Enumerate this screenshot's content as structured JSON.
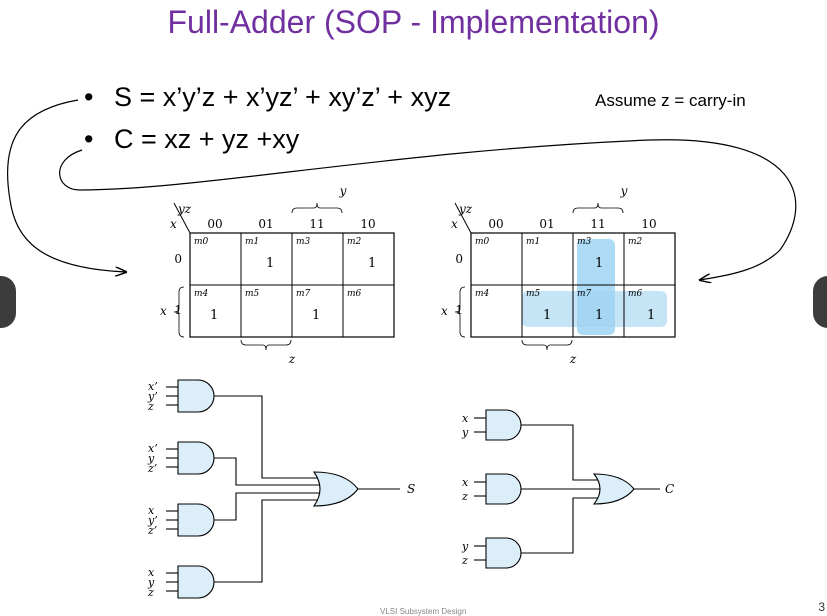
{
  "title": "Full-Adder (SOP - Implementation)",
  "bullets": [
    "S = x’y’z + x’yz’ + xy’z’ + xyz",
    "C = xz + yz +xy"
  ],
  "note": "Assume z = carry-in",
  "kmap_labels": {
    "corner_row": "x",
    "corner_col": "yz",
    "col_headers": [
      "00",
      "01",
      "11",
      "10"
    ],
    "row_headers": [
      "0",
      "1"
    ],
    "top_brace": "y",
    "bottom_brace": "z",
    "side_brace": "x"
  },
  "kmap_sum": {
    "cells": [
      {
        "minterm": "m0",
        "value": ""
      },
      {
        "minterm": "m1",
        "value": "1"
      },
      {
        "minterm": "m3",
        "value": ""
      },
      {
        "minterm": "m2",
        "value": "1"
      },
      {
        "minterm": "m4",
        "value": "1"
      },
      {
        "minterm": "m5",
        "value": ""
      },
      {
        "minterm": "m7",
        "value": "1"
      },
      {
        "minterm": "m6",
        "value": ""
      }
    ]
  },
  "kmap_carry": {
    "cells": [
      {
        "minterm": "m0",
        "value": ""
      },
      {
        "minterm": "m1",
        "value": ""
      },
      {
        "minterm": "m3",
        "value": "1"
      },
      {
        "minterm": "m2",
        "value": ""
      },
      {
        "minterm": "m4",
        "value": ""
      },
      {
        "minterm": "m5",
        "value": "1"
      },
      {
        "minterm": "m7",
        "value": "1"
      },
      {
        "minterm": "m6",
        "value": "1"
      }
    ],
    "highlight_color": "#9fd4f2"
  },
  "sum_circuit": {
    "gate_inputs": [
      [
        "x’",
        "y’",
        "z"
      ],
      [
        "x’",
        "y",
        "z’"
      ],
      [
        "x",
        "y’",
        "z’"
      ],
      [
        "x",
        "y",
        "z"
      ]
    ],
    "output": "S"
  },
  "carry_circuit": {
    "gate_inputs": [
      [
        "x",
        "y"
      ],
      [
        "x",
        "z"
      ],
      [
        "y",
        "z"
      ]
    ],
    "output": "C"
  },
  "gate_fill": "#dbeef9",
  "title_color": "#7030a0",
  "footer": "VLSI Subsystem Design",
  "page_number": "3"
}
